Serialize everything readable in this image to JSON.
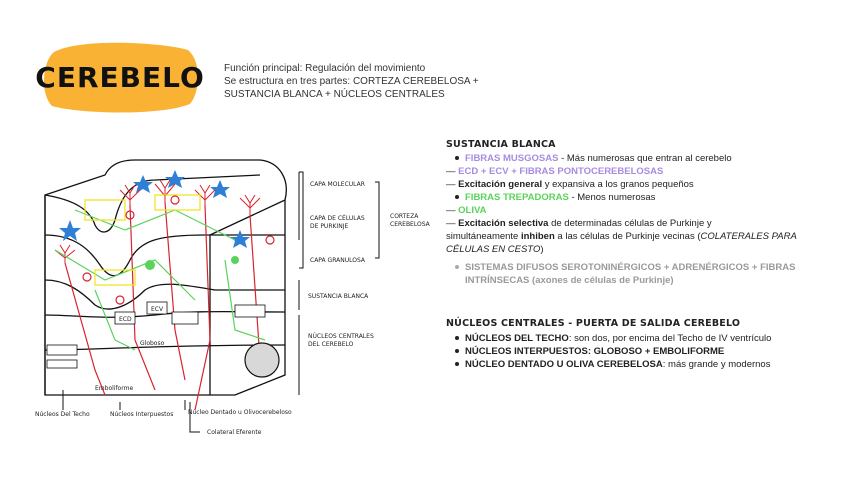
{
  "title": "CEREBELO",
  "intro": {
    "line1": "Función principal: Regulación del movimiento",
    "line2": "Se estructura en tres partes: CORTEZA CEREBELOSA +",
    "line3": "SUSTANCIA BLANCA + NÚCLEOS CENTRALES"
  },
  "diagram": {
    "layers": {
      "molecular": "CAPA MOLECULAR",
      "purkinje_1": "CAPA DE CÉLULAS",
      "purkinje_2": "DE PURKINJE",
      "granulosa": "CAPA GRANULOSA",
      "corteza_1": "CORTEZA",
      "corteza_2": "CEREBELOSA",
      "sustancia": "SUSTANCIA BLANCA",
      "nucleos_1": "NÚCLEOS CENTRALES",
      "nucleos_2": "DEL CEREBELO"
    },
    "labels": {
      "ecd": "ECD",
      "ecv": "ECV",
      "globoso": "Globoso",
      "emboliforme": "Emboliforme",
      "nucleos_techo": "Núcleos Del Techo",
      "nucleos_interpuestos": "Núcleos Interpuestos",
      "nucleo_dentado": "Núcleo Dentado u Olivocerebeloso",
      "colateral": "Colateral Eferente"
    }
  },
  "sustancia_blanca": {
    "heading": "SUSTANCIA BLANCA",
    "fibras_musgosas": "FIBRAS MUSGOSAS",
    "fibras_musgosas_desc": " - Más numerosas que entran al cerebelo",
    "ecd_ecv": "ECD + ECV + FIBRAS PONTOCEREBELOSAS",
    "exc_general": "Excitación general",
    "exc_general_desc": " y expansiva a los granos pequeños",
    "fibras_trepadoras": "FIBRAS TREPADORAS",
    "fibras_trepadoras_desc": " - Menos numerosas",
    "oliva": "OLIVA",
    "exc_selectiva": "Excitación selectiva",
    "exc_selectiva_desc": " de determinadas células de Purkinje y",
    "simult_1": "simultáneamente ",
    "inhiben": "inhiben",
    "simult_2": " a las células de Purkinje vecinas (",
    "colaterales": "COLATERALES PARA",
    "celulas_cesto": "CÉLULAS EN CESTO",
    "close_paren": ")",
    "sistemas_1": "SISTEMAS DIFUSOS SEROTONINÉRGICOS + ADRENÉRGICOS + FIBRAS",
    "sistemas_2": "INTRÍNSECAS (axones de células de Purkinje)"
  },
  "nucleos": {
    "heading": "NÚCLEOS CENTRALES - PUERTA DE SALIDA CEREBELO",
    "techo_label": "NÚCLEOS DEL TECHO",
    "techo_desc": ": son dos, por encima del Techo de IV ventrículo",
    "interpuestos": "NÚCLEOS INTERPUESTOS: GLOBOSO + EMBOLIFORME",
    "dentado_label": "NÚCLEO DENTADO U OLIVA CEREBELOSA",
    "dentado_desc": ": más grande y modernos"
  },
  "colors": {
    "blob": "#f9b233",
    "purple": "#a98be0",
    "green": "#5ad35a",
    "gray": "#9a9a9a",
    "red": "#d9232e",
    "blue": "#2f7fd6",
    "yellow": "#f2e21b"
  }
}
